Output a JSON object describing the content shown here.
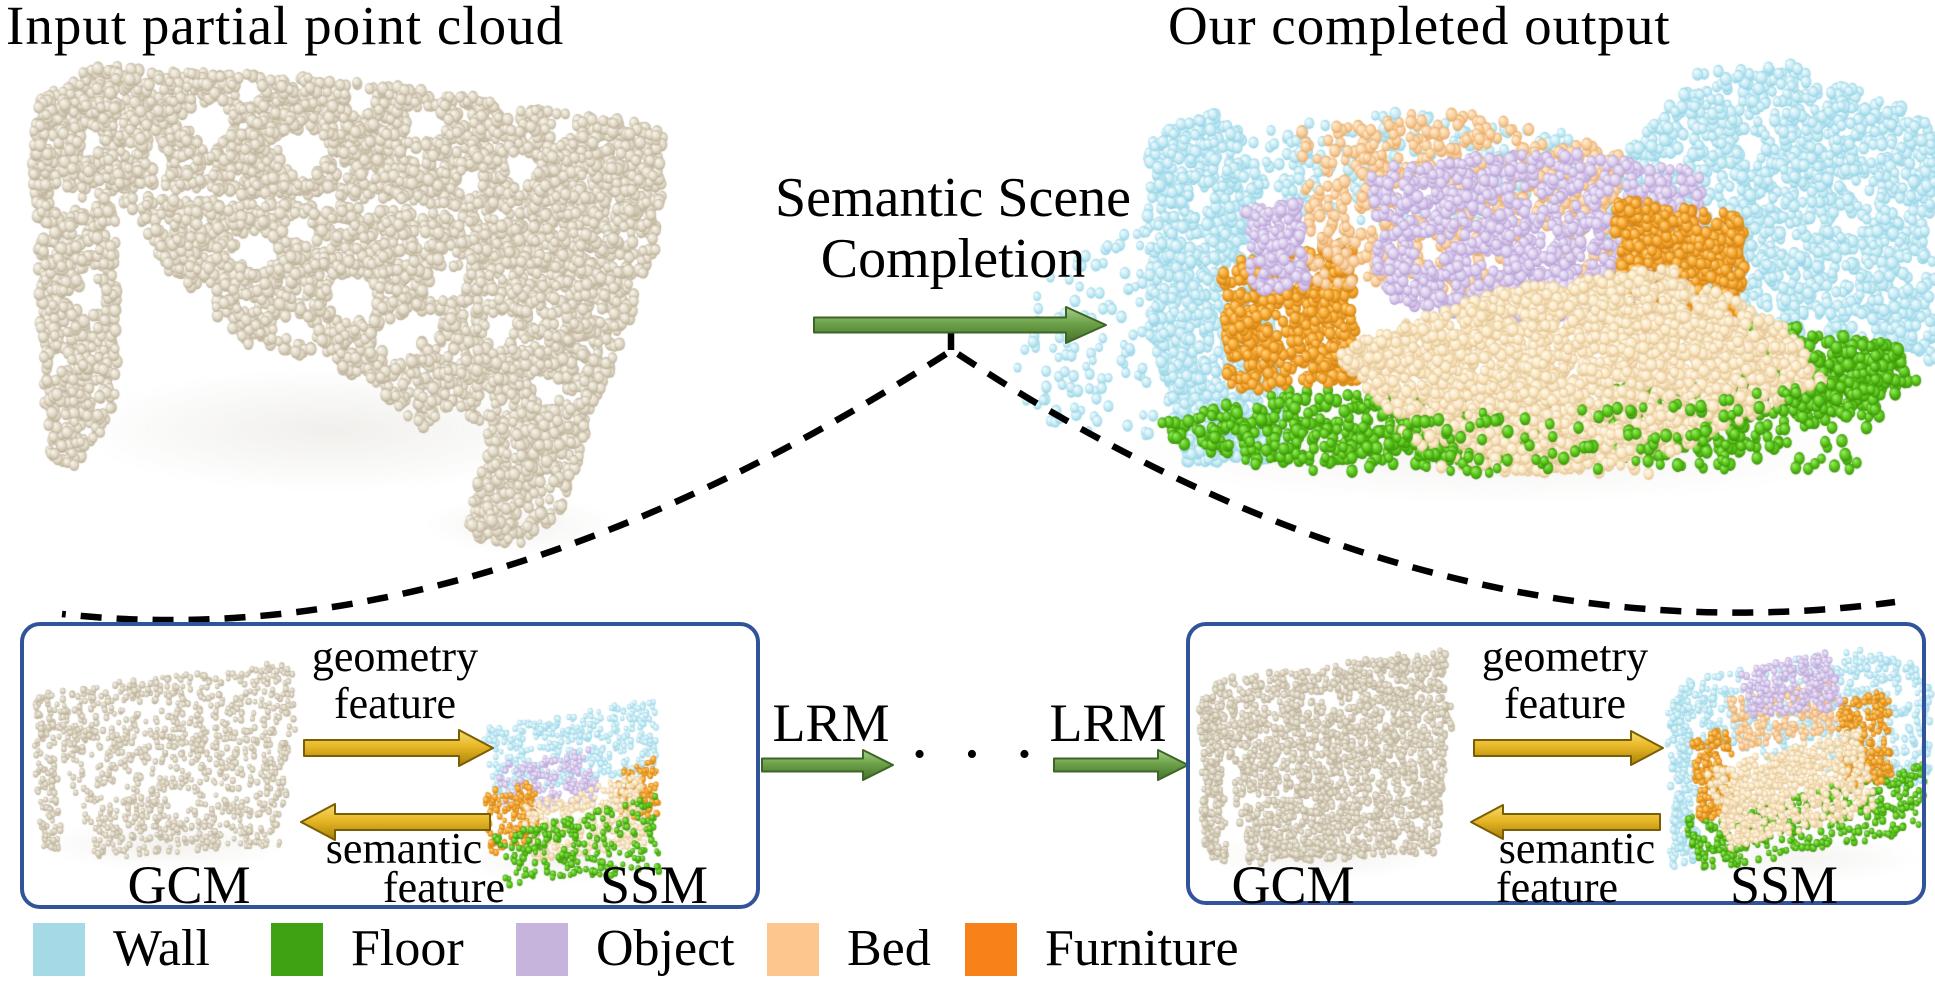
{
  "figure": {
    "title_left": "Input partial point cloud",
    "title_right": "Our completed output",
    "process_label": {
      "line1": "Semantic Scene",
      "line2": "Completion"
    },
    "pipeline": {
      "lrm_left": "LRM",
      "lrm_right": "LRM",
      "ellipsis": "• • •",
      "left_module": {
        "gcm": "GCM",
        "ssm": "SSM",
        "geometry_line1": "geometry",
        "geometry_line2": "feature",
        "semantic_line1": "semantic",
        "semantic_line2": "feature"
      },
      "right_module": {
        "gcm": "GCM",
        "ssm": "SSM",
        "geometry_line1": "geometry",
        "geometry_line2": "feature",
        "semantic_line1": "semantic",
        "semantic_line2": "feature"
      }
    },
    "legend": {
      "items": [
        {
          "label": "Wall",
          "color": "#A6D9E6"
        },
        {
          "label": "Floor",
          "color": "#3FA212"
        },
        {
          "label": "Object",
          "color": "#C6B4DC"
        },
        {
          "label": "Bed",
          "color": "#FBC78E"
        },
        {
          "label": "Furniture",
          "color": "#F8821A"
        }
      ]
    },
    "colors": {
      "box_border": "#31539B",
      "green_arrow": "#6DA24A",
      "gold_arrow": "#E7B827",
      "dash": "#000000"
    }
  }
}
